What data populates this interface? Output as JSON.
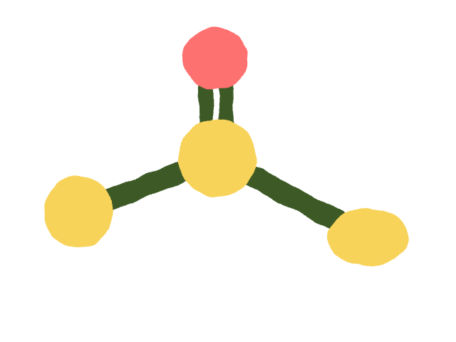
{
  "diagram": {
    "type": "ball-and-stick molecule sketch",
    "background": "#ffffff",
    "bond_color": "#3d5a28",
    "atoms": [
      {
        "id": "center",
        "color": "#f8d35a"
      },
      {
        "id": "top",
        "color": "#fe7171"
      },
      {
        "id": "left",
        "color": "#f8d35a"
      },
      {
        "id": "right",
        "color": "#f8d35a"
      }
    ],
    "bonds": [
      {
        "from": "center",
        "to": "top",
        "order": 2
      },
      {
        "from": "center",
        "to": "left",
        "order": 1
      },
      {
        "from": "center",
        "to": "right",
        "order": 1
      }
    ]
  }
}
